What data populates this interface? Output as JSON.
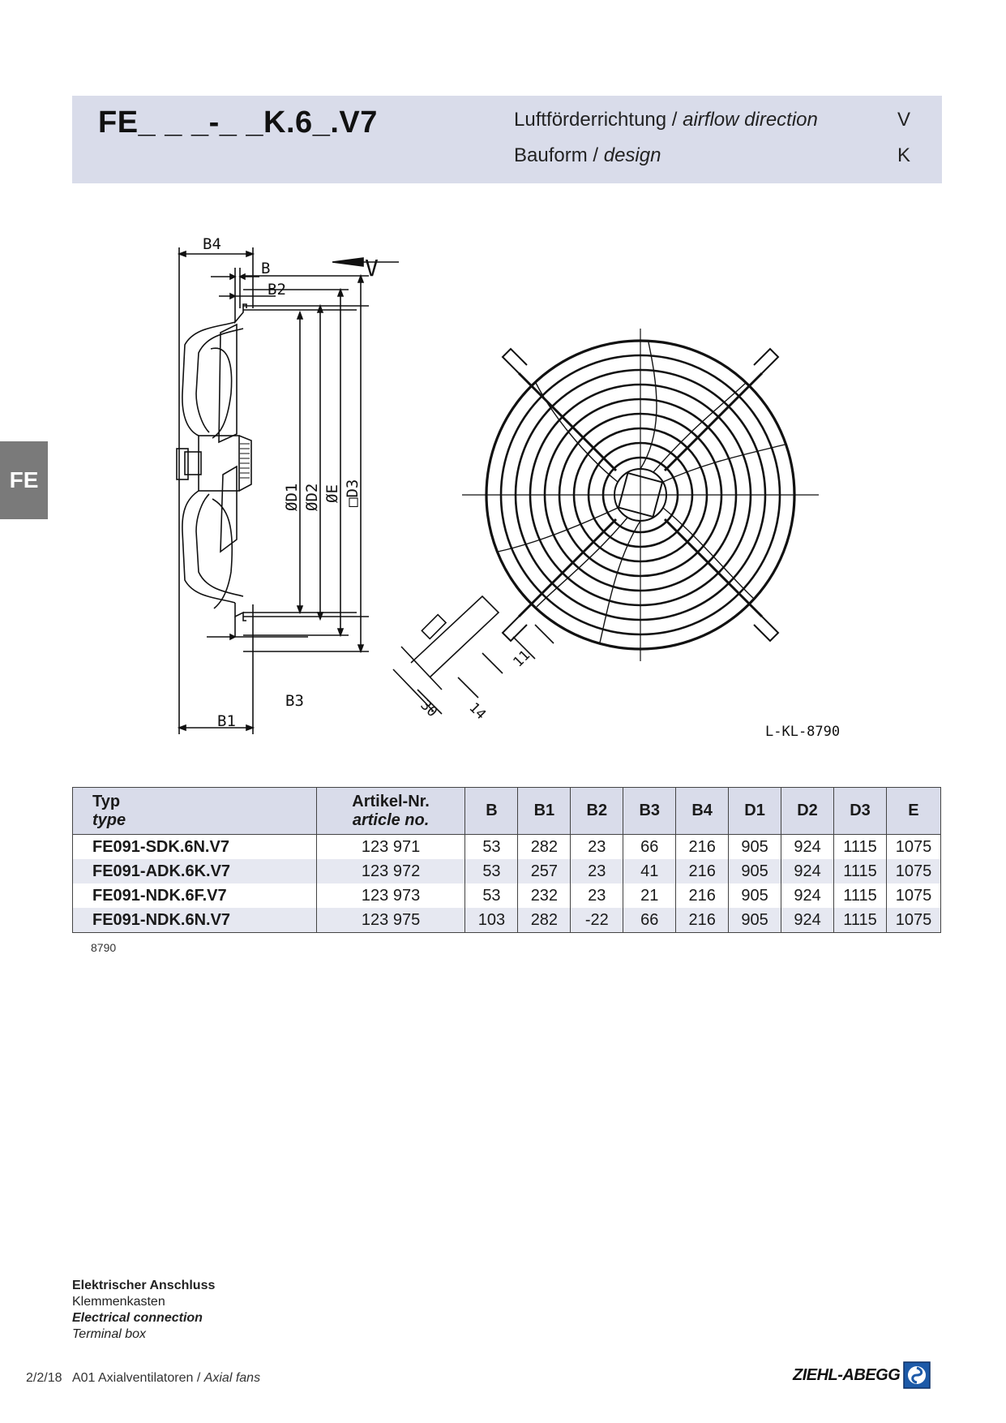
{
  "header": {
    "title": "FE_ _ _-_ _K.6_.V7",
    "rows": [
      {
        "label_de": "Luftförderrichtung / ",
        "label_en": "airflow direction",
        "value": "V"
      },
      {
        "label_de": "Bauform  / ",
        "label_en": "design",
        "value": "K"
      }
    ]
  },
  "side_tab": "FE",
  "drawing": {
    "labels": {
      "b4": "B4",
      "b": "B",
      "b2": "B2",
      "v": "V",
      "d1": "ØD1",
      "d2": "ØD2",
      "e": "ØE",
      "d3": "□D3",
      "b3": "B3",
      "b1": "B1",
      "d30": "30",
      "d14": "14",
      "d11": "11",
      "drawing_id": "L-KL-8790"
    }
  },
  "table": {
    "headers": [
      {
        "de": "Typ",
        "en": "type"
      },
      {
        "de": "Artikel-Nr.",
        "en": "article no."
      },
      {
        "de": "B"
      },
      {
        "de": "B1"
      },
      {
        "de": "B2"
      },
      {
        "de": "B3"
      },
      {
        "de": "B4"
      },
      {
        "de": "D1"
      },
      {
        "de": "D2"
      },
      {
        "de": "D3"
      },
      {
        "de": "E"
      }
    ],
    "rows": [
      [
        "FE091-SDK.6N.V7",
        "123 971",
        "53",
        "282",
        "23",
        "66",
        "216",
        "905",
        "924",
        "1115",
        "1075"
      ],
      [
        "FE091-ADK.6K.V7",
        "123 972",
        "53",
        "257",
        "23",
        "41",
        "216",
        "905",
        "924",
        "1115",
        "1075"
      ],
      [
        "FE091-NDK.6F.V7",
        "123 973",
        "53",
        "232",
        "23",
        "21",
        "216",
        "905",
        "924",
        "1115",
        "1075"
      ],
      [
        "FE091-NDK.6N.V7",
        "123 975",
        "103",
        "282",
        "-22",
        "66",
        "216",
        "905",
        "924",
        "1115",
        "1075"
      ]
    ],
    "code": "8790"
  },
  "connection": {
    "title_de": "Elektrischer Anschluss",
    "text_de": "Klemmenkasten",
    "title_en": "Electrical connection",
    "text_en": "Terminal box"
  },
  "footer": {
    "date": "2/2/18",
    "section_de": "A01 Axialventilatoren / ",
    "section_en": "Axial fans"
  },
  "logo": {
    "text": "ZIEHL-ABEGG",
    "icon": "ziehl-abegg-logo-icon"
  }
}
